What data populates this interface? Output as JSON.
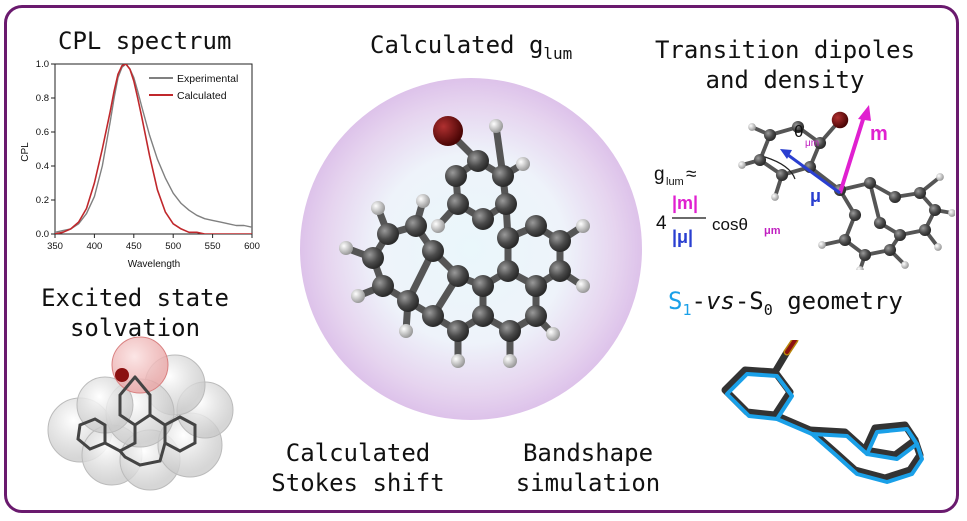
{
  "labels": {
    "cpl_title": "CPL spectrum",
    "glum_title_main": "Calculated g",
    "glum_title_sub": "lum",
    "dipoles_line1": "Transition dipoles",
    "dipoles_line2": "and density",
    "solvation_line1": "Excited state",
    "solvation_line2": "solvation",
    "stokes_line1": "Calculated",
    "stokes_line2": "Stokes shift",
    "bandshape_line1": "Bandshape",
    "bandshape_line2": "simulation",
    "geom_s1": "S",
    "geom_s1_sub": "1",
    "geom_dash1": "-",
    "geom_vs": "vs",
    "geom_dash2": "-",
    "geom_s0": "S",
    "geom_s0_sub": "0",
    "geom_rest": " geometry"
  },
  "formula": {
    "g": "g",
    "g_sub": "lum",
    "approx": "≈",
    "four": "4",
    "num": "|m|",
    "den": "|μ|",
    "cos": "cosθ",
    "cos_sub": "μm"
  },
  "dipole_labels": {
    "m": "m",
    "mu": "μ",
    "theta": "θ",
    "theta_sub": "μm"
  },
  "colors": {
    "frame": "#6a1a6e",
    "experimental": "#808080",
    "calculated": "#c0282c",
    "magenta": "#e020d0",
    "blue": "#2a3fd0",
    "cyan": "#1aa0e8"
  },
  "chart_data": {
    "type": "line",
    "xlabel": "Wavelength",
    "ylabel": "CPL",
    "xlim": [
      350,
      600
    ],
    "ylim": [
      0.0,
      1.0
    ],
    "xticks": [
      350,
      400,
      450,
      500,
      550,
      600
    ],
    "yticks": [
      0.0,
      0.2,
      0.4,
      0.6,
      0.8,
      1.0
    ],
    "xtick_labels": [
      "350",
      "400",
      "450",
      "500",
      "550",
      "600"
    ],
    "ytick_labels": [
      "0.0",
      "0.2",
      "0.4",
      "0.6",
      "0.8",
      "1.0"
    ],
    "legend_position": "top-right",
    "series": [
      {
        "name": "Experimental",
        "color": "#808080",
        "x": [
          350,
          360,
          370,
          380,
          390,
          400,
          410,
          420,
          425,
          430,
          435,
          440,
          445,
          450,
          455,
          460,
          470,
          480,
          490,
          500,
          510,
          520,
          530,
          540,
          550,
          560,
          570,
          580,
          590,
          600
        ],
        "y": [
          0.01,
          0.02,
          0.03,
          0.06,
          0.12,
          0.22,
          0.4,
          0.66,
          0.8,
          0.92,
          0.98,
          1.0,
          0.97,
          0.92,
          0.84,
          0.75,
          0.58,
          0.44,
          0.33,
          0.24,
          0.18,
          0.14,
          0.11,
          0.09,
          0.08,
          0.07,
          0.06,
          0.05,
          0.05,
          0.04
        ]
      },
      {
        "name": "Calculated",
        "color": "#c0282c",
        "x": [
          350,
          360,
          370,
          380,
          390,
          400,
          410,
          420,
          425,
          430,
          435,
          440,
          445,
          450,
          455,
          460,
          470,
          480,
          490,
          500,
          510,
          520,
          530,
          540,
          550,
          560,
          580,
          600
        ],
        "y": [
          0.0,
          0.01,
          0.03,
          0.07,
          0.15,
          0.3,
          0.5,
          0.72,
          0.84,
          0.94,
          0.99,
          1.0,
          0.97,
          0.9,
          0.8,
          0.69,
          0.46,
          0.26,
          0.13,
          0.06,
          0.03,
          0.01,
          0.01,
          0.0,
          0.0,
          0.0,
          0.0,
          0.0
        ]
      }
    ]
  }
}
